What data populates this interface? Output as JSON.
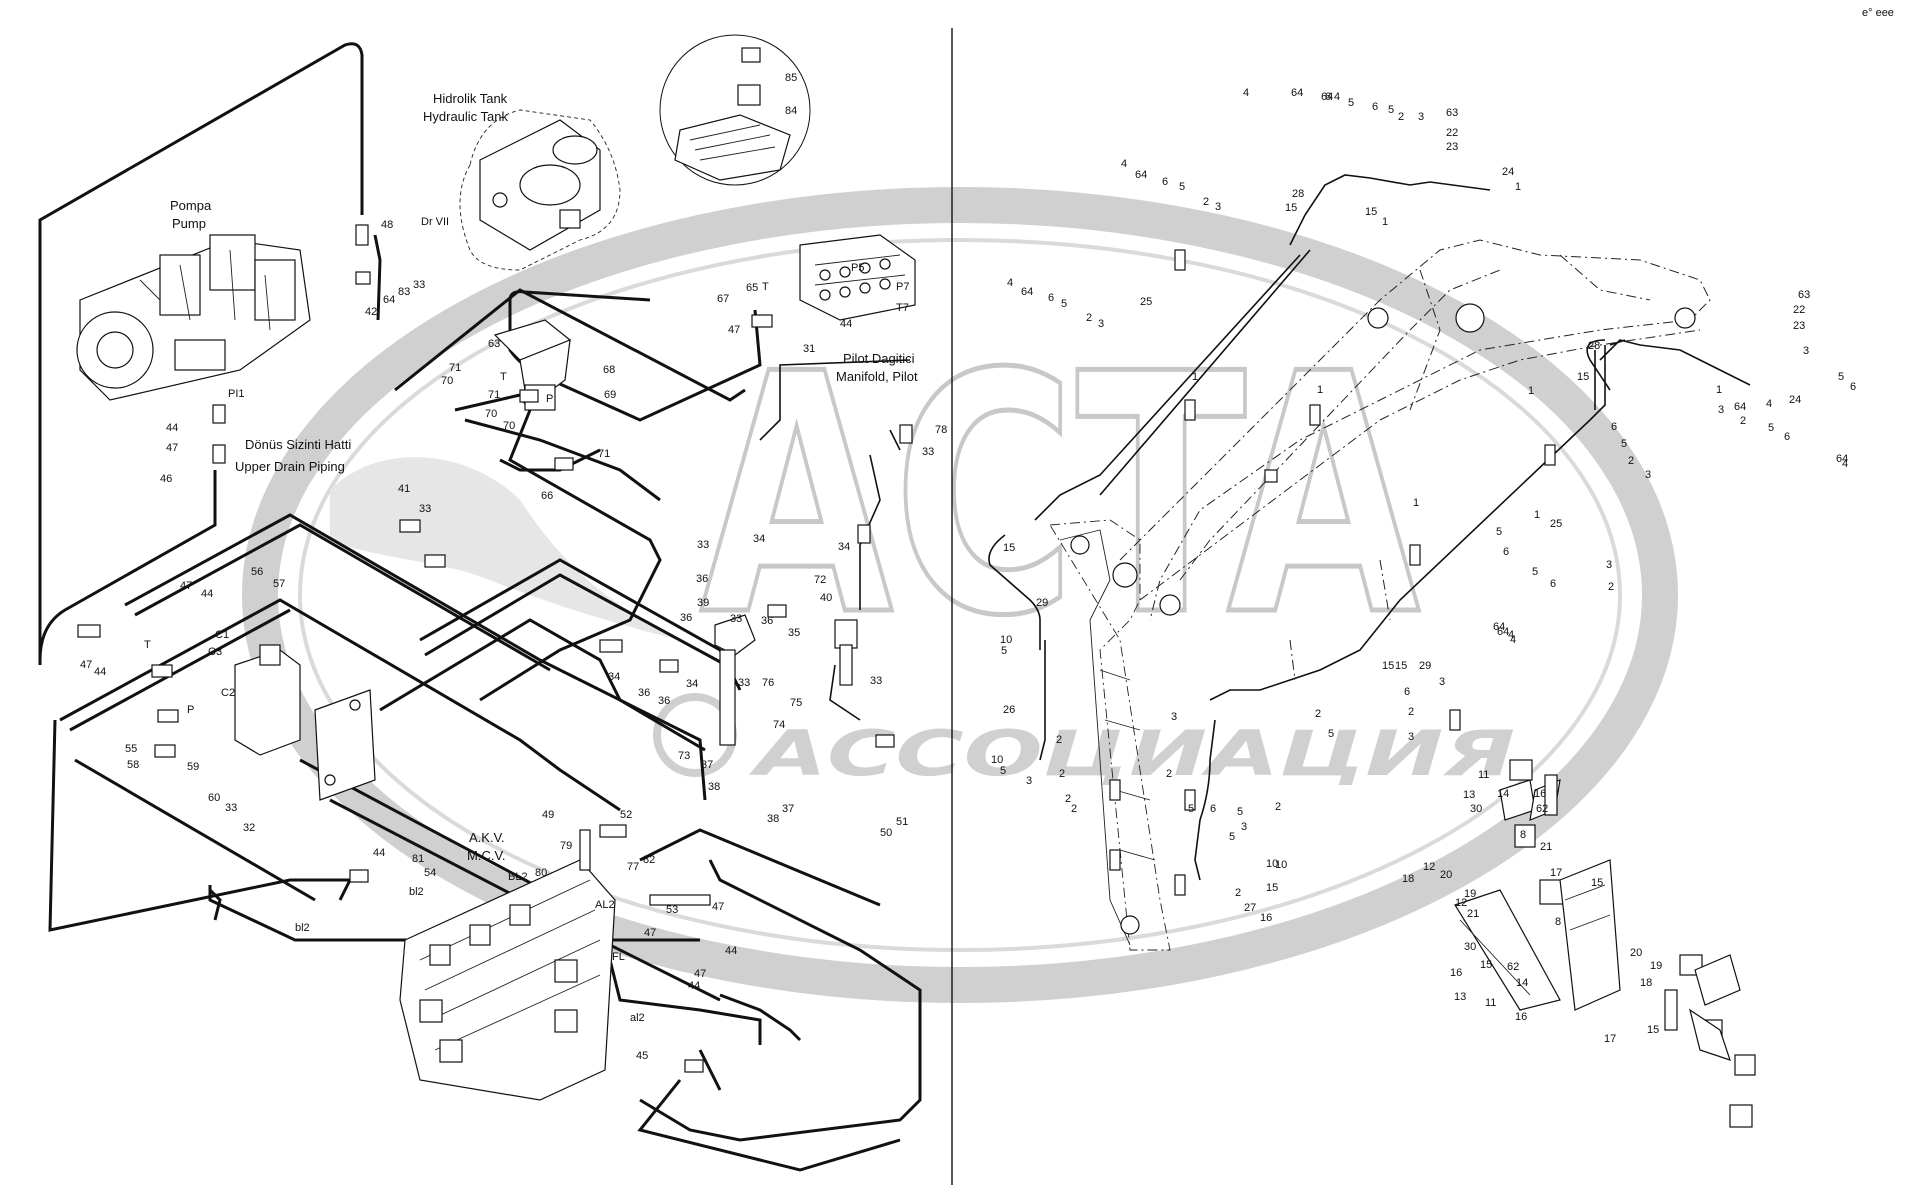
{
  "watermark": {
    "main": "ACTA",
    "sub": "АССОЦИАЦИЯ"
  },
  "corner_mark": "e° eee",
  "titles": {
    "tank_tr": "Hidrolik Tank",
    "tank_en": "Hydraulic Tank",
    "pump_tr": "Pompa",
    "pump_en": "Pump",
    "pilot_tr": "Pilot Dagitici",
    "pilot_en": "Manifold, Pilot",
    "drain_tr": "Dönüs Sizinti Hatti",
    "drain_en": "Upper Drain Piping",
    "mcv_tr": "A.K.V.",
    "mcv_en": "M.C.V."
  },
  "port_labels": [
    "Dr VII",
    "PI1",
    "P5",
    "P7",
    "T7",
    "T",
    "P",
    "C1",
    "C3",
    "C2",
    "P",
    "T",
    "bl2",
    "bl2",
    "BL2",
    "AL2",
    "FL",
    "al2",
    "T"
  ],
  "callouts_left": [
    "48",
    "42",
    "64",
    "83",
    "33",
    "85",
    "84",
    "65",
    "67",
    "47",
    "44",
    "31",
    "63",
    "68",
    "69",
    "71",
    "70",
    "71",
    "70",
    "70",
    "71",
    "66",
    "44",
    "47",
    "46",
    "41",
    "33",
    "56",
    "57",
    "47",
    "44",
    "47",
    "44",
    "55",
    "58",
    "59",
    "60",
    "33",
    "32",
    "78",
    "33",
    "34",
    "33",
    "34",
    "36",
    "72",
    "39",
    "36",
    "33",
    "36",
    "35",
    "40",
    "33",
    "34",
    "36",
    "36",
    "34",
    "33",
    "76",
    "75",
    "74",
    "73",
    "37",
    "38",
    "38",
    "37",
    "50",
    "51",
    "49",
    "52",
    "79",
    "80",
    "82",
    "77",
    "53",
    "47",
    "44",
    "81",
    "54",
    "47",
    "44",
    "47",
    "44",
    "45"
  ],
  "callouts_right": [
    "4",
    "64",
    "6",
    "5",
    "4",
    "64",
    "6",
    "5",
    "2",
    "3",
    "63",
    "22",
    "23",
    "24",
    "1",
    "28",
    "15",
    "15",
    "1",
    "4",
    "64",
    "6",
    "5",
    "2",
    "3",
    "25",
    "4",
    "64",
    "6",
    "5",
    "2",
    "3",
    "1",
    "1",
    "63",
    "22",
    "23",
    "28",
    "15",
    "3",
    "5",
    "6",
    "1",
    "64",
    "4",
    "3",
    "24",
    "2",
    "5",
    "6",
    "6",
    "5",
    "2",
    "3",
    "1",
    "1",
    "5",
    "6",
    "64",
    "4",
    "64",
    "4",
    "1",
    "25",
    "3",
    "2",
    "5",
    "6",
    "64",
    "4",
    "15",
    "29",
    "10",
    "5",
    "26",
    "2",
    "10",
    "5",
    "3",
    "2",
    "2",
    "2",
    "3",
    "2",
    "5",
    "6",
    "15",
    "15",
    "29",
    "3",
    "2",
    "5",
    "6",
    "2",
    "3",
    "10",
    "5",
    "2",
    "27",
    "2",
    "3",
    "5",
    "10",
    "15",
    "16",
    "11",
    "14",
    "16",
    "13",
    "30",
    "62",
    "8",
    "21",
    "17",
    "15",
    "20",
    "19",
    "18",
    "12",
    "12",
    "21",
    "8",
    "62",
    "30",
    "15",
    "14",
    "16",
    "13",
    "11",
    "16",
    "17",
    "15",
    "20",
    "19",
    "18"
  ]
}
